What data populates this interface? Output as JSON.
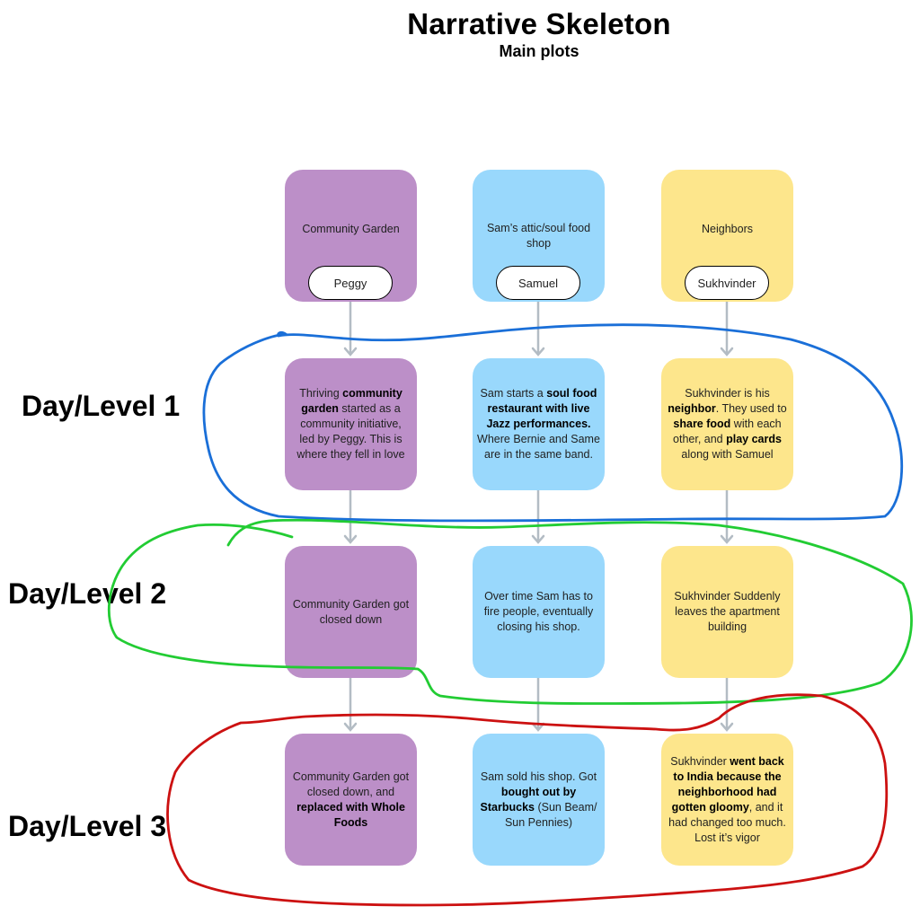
{
  "header": {
    "title": "Narrative Skeleton",
    "subtitle": "Main plots"
  },
  "colors": {
    "purple": "#bc8fc8",
    "blue": "#99d8fc",
    "yellow": "#fde68c",
    "arrow": "#b3bcc4",
    "outline_level1": "#1a6fd8",
    "outline_level2": "#22cc33",
    "outline_level3": "#cc1111"
  },
  "columns": [
    {
      "header": "Community Garden",
      "character": "Peggy",
      "color": "purple"
    },
    {
      "header": "Sam’s attic/soul food shop",
      "character": "Samuel",
      "color": "blue"
    },
    {
      "header": "Neighbors",
      "character": "Sukhvinder",
      "color": "yellow"
    }
  ],
  "levels": [
    {
      "label": "Day/Level 1",
      "outline_color": "blue",
      "cards": [
        [
          {
            "t": "Thriving "
          },
          {
            "t": "community garden",
            "b": true
          },
          {
            "t": " started as a community initiative, led by Peggy. This is where they fell in love"
          }
        ],
        [
          {
            "t": "Sam starts a "
          },
          {
            "t": "soul food restaurant with live Jazz performances.",
            "b": true
          },
          {
            "t": " Where Bernie and Same are in the same band."
          }
        ],
        [
          {
            "t": "Sukhvinder is his "
          },
          {
            "t": "neighbor",
            "b": true
          },
          {
            "t": ". They used to "
          },
          {
            "t": "share food",
            "b": true
          },
          {
            "t": " with each other, and "
          },
          {
            "t": "play cards",
            "b": true
          },
          {
            "t": " along with Samuel"
          }
        ]
      ]
    },
    {
      "label": "Day/Level 2",
      "outline_color": "green",
      "cards": [
        [
          {
            "t": "Community Garden got closed down"
          }
        ],
        [
          {
            "t": "Over time Sam has to fire people, eventually closing his shop."
          }
        ],
        [
          {
            "t": "Sukhvinder Suddenly leaves the apartment building"
          }
        ]
      ]
    },
    {
      "label": "Day/Level 3",
      "outline_color": "red",
      "cards": [
        [
          {
            "t": "Community Garden got closed down, and "
          },
          {
            "t": "replaced with Whole Foods",
            "b": true
          }
        ],
        [
          {
            "t": "Sam sold his shop. Got "
          },
          {
            "t": "bought out by Starbucks",
            "b": true
          },
          {
            "t": " (Sun Beam/ Sun Pennies)"
          }
        ],
        [
          {
            "t": "Sukhvinder "
          },
          {
            "t": "went back to India because the neighborhood had gotten gloomy",
            "b": true
          },
          {
            "t": ", and it had changed too much. Lost it’s vigor"
          }
        ]
      ]
    }
  ]
}
